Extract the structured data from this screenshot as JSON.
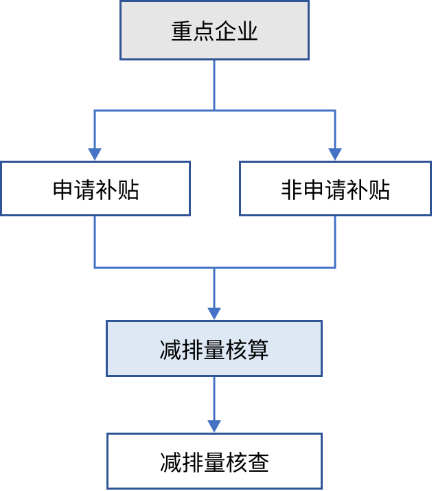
{
  "diagram": {
    "type": "flowchart",
    "colors": {
      "box_border": "#2f5597",
      "connector": "#4472c4",
      "top_fill": "#e6e6e6",
      "calc_fill": "#dee8f4",
      "default_fill": "#ffffff"
    },
    "nodes": {
      "top": {
        "label": "重点企业"
      },
      "apply": {
        "label": "申请补贴"
      },
      "non_apply": {
        "label": "非申请补贴"
      },
      "calc": {
        "label": "减排量核算"
      },
      "check": {
        "label": "减排量核查"
      }
    },
    "edges": [
      {
        "from": "重点企业",
        "to": "申请补贴"
      },
      {
        "from": "重点企业",
        "to": "非申请补贴"
      },
      {
        "from": "申请补贴",
        "to": "减排量核算"
      },
      {
        "from": "非申请补贴",
        "to": "减排量核算"
      },
      {
        "from": "减排量核算",
        "to": "减排量核查"
      }
    ]
  }
}
